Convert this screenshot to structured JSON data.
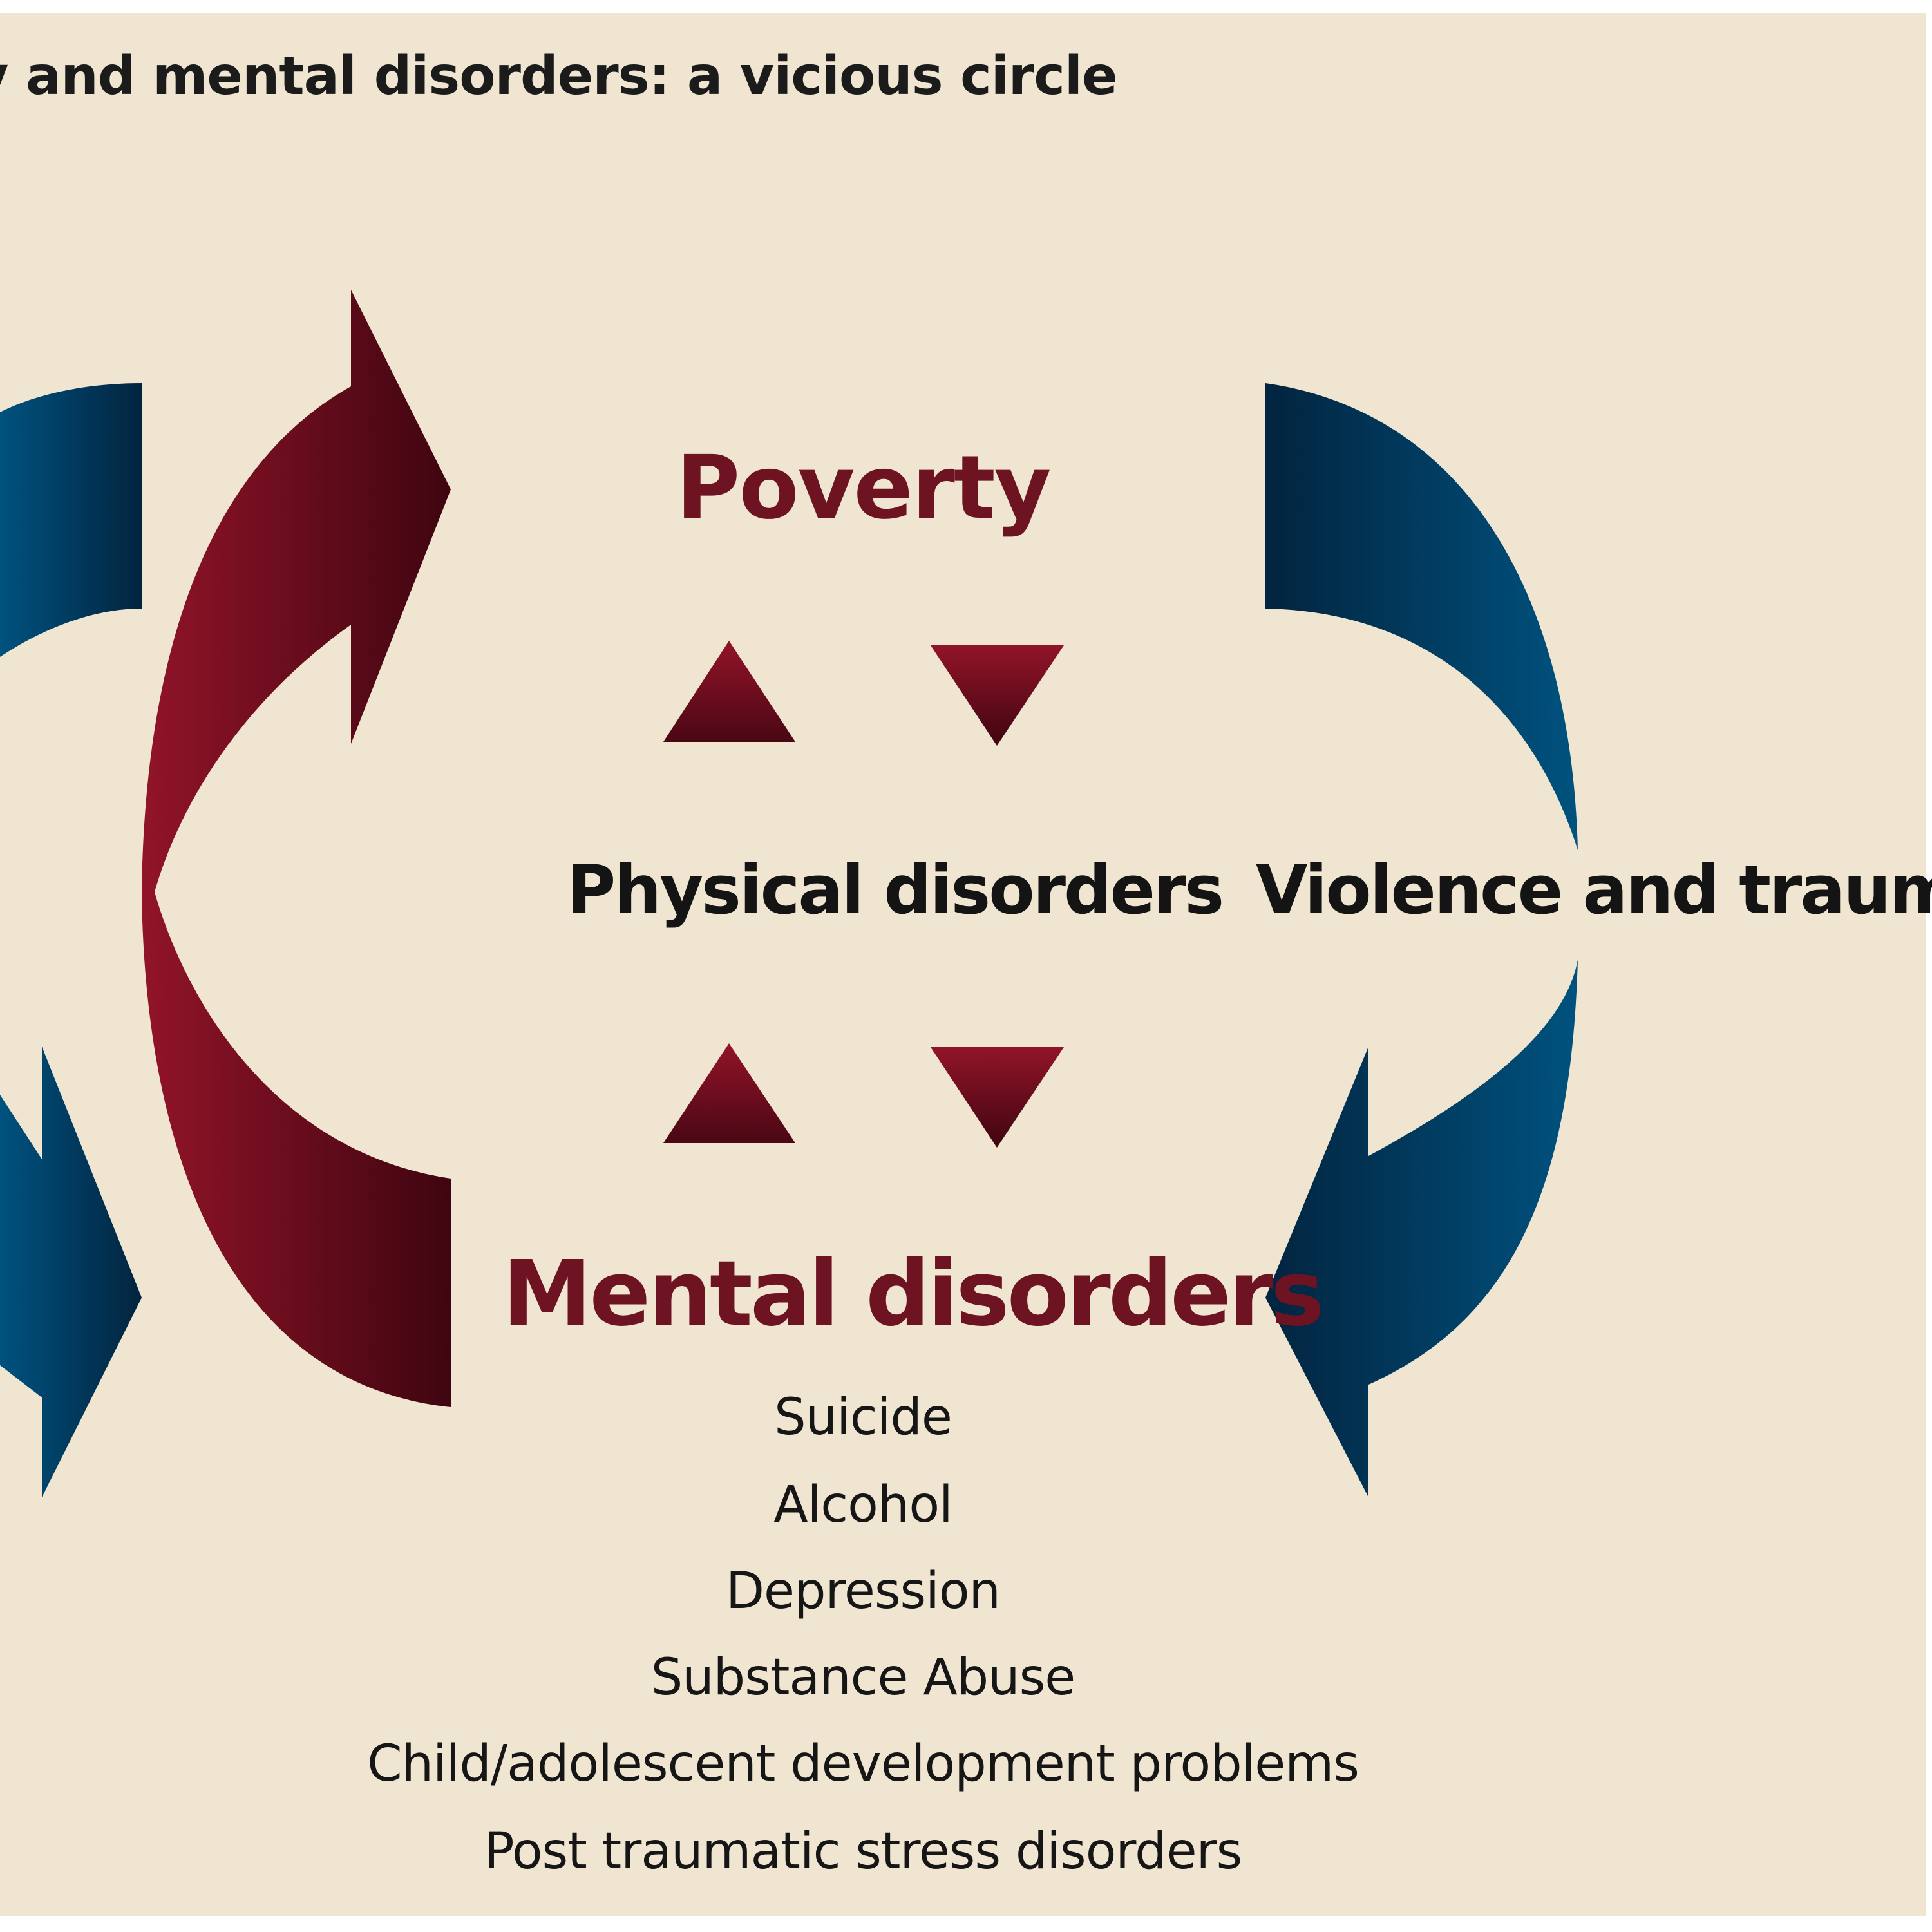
{
  "title": "y and mental disorders: a vicious circle",
  "nodes": {
    "poverty": "Poverty",
    "physical_disorders": "Physical disorders",
    "violence_and_trauma": "Violence and trauma",
    "mental_disorders": "Mental disorders"
  },
  "mental_disorder_examples": [
    "Suicide",
    "Alcohol",
    "Depression",
    "Substance Abuse",
    "Child/adolescent development problems",
    "Post traumatic stress disorders"
  ],
  "colors": {
    "background": "#efe5d1",
    "accent_red": "#8f1428",
    "accent_red_dark": "#3f0510",
    "accent_blue": "#00527f",
    "accent_blue_dark": "#02243f",
    "text": "#141414"
  },
  "icons": {
    "cycle_arrow_red": "curved-arrow-up-icon",
    "cycle_arrow_blue": "curved-arrow-down-icon",
    "triangle_up": "triangle-up-icon",
    "triangle_down": "triangle-down-icon"
  }
}
